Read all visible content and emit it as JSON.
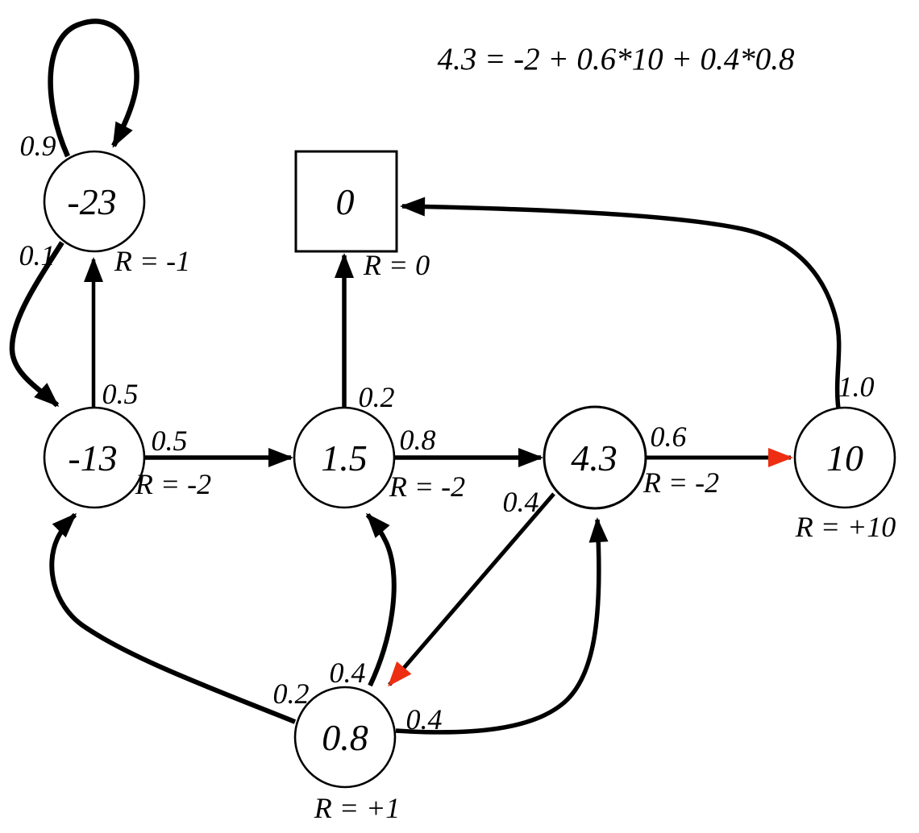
{
  "formula": "4.3 = -2 + 0.6*10 + 0.4*0.8",
  "colors": {
    "highlight": "#ee2e12",
    "line": "#000000",
    "background": "#ffffff"
  },
  "nodes": [
    {
      "value": "-23",
      "reward": "R = -1",
      "shape": "circle",
      "highlighted": false
    },
    {
      "value": "-13",
      "reward": "R = -2",
      "shape": "circle",
      "highlighted": false
    },
    {
      "value": "1.5",
      "reward": "R = -2",
      "shape": "circle",
      "highlighted": false
    },
    {
      "value": "4.3",
      "reward": "R = -2",
      "shape": "circle",
      "highlighted": true
    },
    {
      "value": "10",
      "reward": "R = +10",
      "shape": "circle",
      "highlighted": false
    },
    {
      "value": "0.8",
      "reward": "R = +1",
      "shape": "circle",
      "highlighted": false
    },
    {
      "value": "0",
      "reward": "R = 0",
      "shape": "square",
      "highlighted": false
    }
  ],
  "edges": [
    {
      "from": "-23",
      "to": "-23",
      "probability": "0.9",
      "highlighted": false
    },
    {
      "from": "-23",
      "to": "-13",
      "probability": "0.1",
      "highlighted": false
    },
    {
      "from": "-13",
      "to": "-23",
      "probability": "0.5",
      "highlighted": false
    },
    {
      "from": "-13",
      "to": "1.5",
      "probability": "0.5",
      "highlighted": false
    },
    {
      "from": "1.5",
      "to": "0",
      "probability": "0.2",
      "highlighted": false
    },
    {
      "from": "1.5",
      "to": "4.3",
      "probability": "0.8",
      "highlighted": false
    },
    {
      "from": "4.3",
      "to": "10",
      "probability": "0.6",
      "highlighted": true
    },
    {
      "from": "4.3",
      "to": "0.8",
      "probability": "0.4",
      "highlighted": true
    },
    {
      "from": "10",
      "to": "0",
      "probability": "1.0",
      "highlighted": false
    },
    {
      "from": "0.8",
      "to": "-13",
      "probability": "0.2",
      "highlighted": false
    },
    {
      "from": "0.8",
      "to": "1.5",
      "probability": "0.4",
      "highlighted": false
    },
    {
      "from": "0.8",
      "to": "4.3",
      "probability": "0.4",
      "highlighted": false
    }
  ]
}
